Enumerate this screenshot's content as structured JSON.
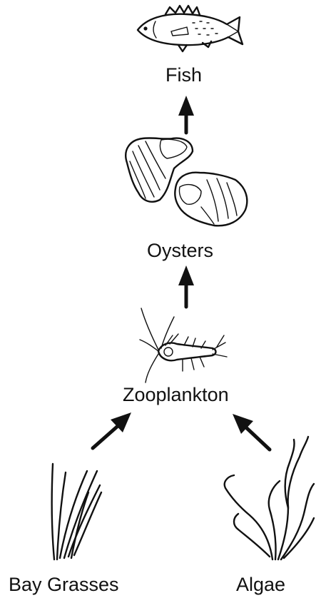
{
  "nodes": {
    "fish": "Fish",
    "oysters": "Oysters",
    "zooplankton": "Zooplankton",
    "bay_grasses": "Bay Grasses",
    "algae": "Algae"
  },
  "edges": [
    {
      "from": "Oysters",
      "to": "Fish"
    },
    {
      "from": "Zooplankton",
      "to": "Oysters"
    },
    {
      "from": "Bay Grasses",
      "to": "Zooplankton"
    },
    {
      "from": "Algae",
      "to": "Zooplankton"
    }
  ],
  "icons": [
    "fish-icon",
    "oysters-icon",
    "zooplankton-icon",
    "bay-grasses-icon",
    "algae-icon"
  ],
  "colors": {
    "ink": "#111111",
    "background": "#ffffff"
  }
}
